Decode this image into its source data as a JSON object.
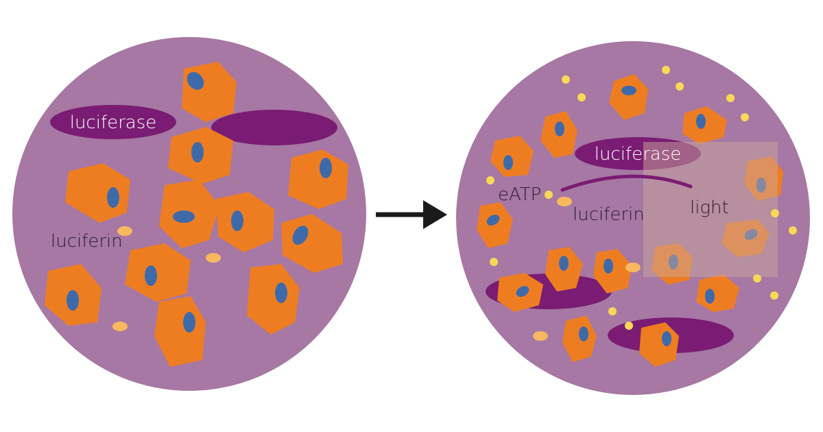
{
  "colors": {
    "dish": "#a678a3",
    "cell": "#ee7d22",
    "nucleus": "#3e6aaa",
    "luciferase": "#7a1c73",
    "luciferin": "#f8b860",
    "eatp": "#f9d858",
    "light_glow": "#c9a59c",
    "arrow": "#1a1a1a",
    "curve": "#7a1c73"
  },
  "left_panel": {
    "labels": {
      "luciferase": "luciferase",
      "luciferin": "luciferin"
    }
  },
  "right_panel": {
    "labels": {
      "luciferase": "luciferase",
      "eatp": "eATP",
      "luciferin": "luciferin",
      "light": "light"
    }
  }
}
